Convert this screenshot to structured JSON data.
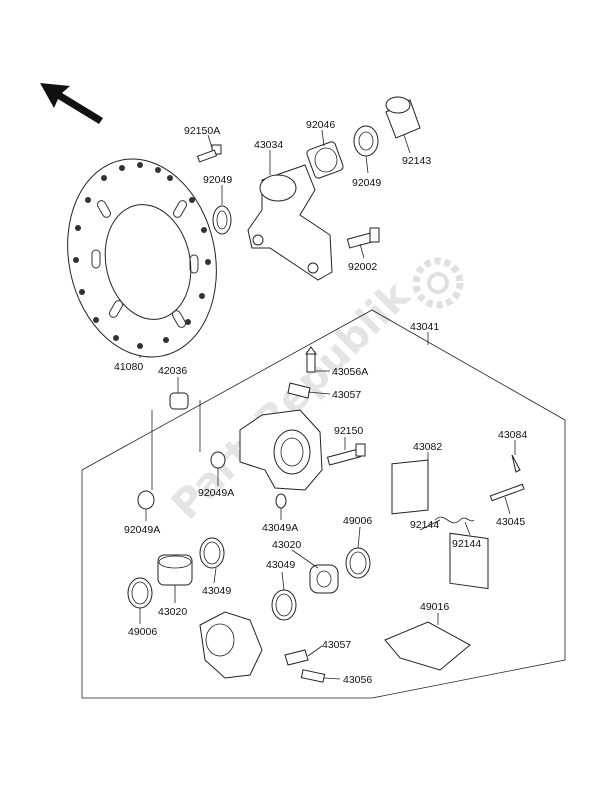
{
  "watermark": "PartsRepublik",
  "labels": {
    "l92150A": "92150A",
    "l43034": "43034",
    "l92046": "92046",
    "l92049_top": "92049",
    "l92049_right": "92049",
    "l92143": "92143",
    "l92002": "92002",
    "l43041": "43041",
    "l41080": "41080",
    "l42036": "42036",
    "l43056A": "43056A",
    "l43057_top": "43057",
    "l92150": "92150",
    "l43082": "43082",
    "l43084": "43084",
    "l92049A_left": "92049A",
    "l92049A_mid": "92049A",
    "l43049A": "43049A",
    "l49006_right": "49006",
    "l92144_left": "92144",
    "l92144_right": "92144",
    "l43045": "43045",
    "l43020_mid": "43020",
    "l43049_mid": "43049",
    "l43049_low": "43049",
    "l43020_low": "43020",
    "l49006_low": "49006",
    "l49016": "49016",
    "l43057_low": "43057",
    "l43056": "43056"
  },
  "icons": [
    "direction-arrow-icon",
    "gear-logo-icon"
  ]
}
